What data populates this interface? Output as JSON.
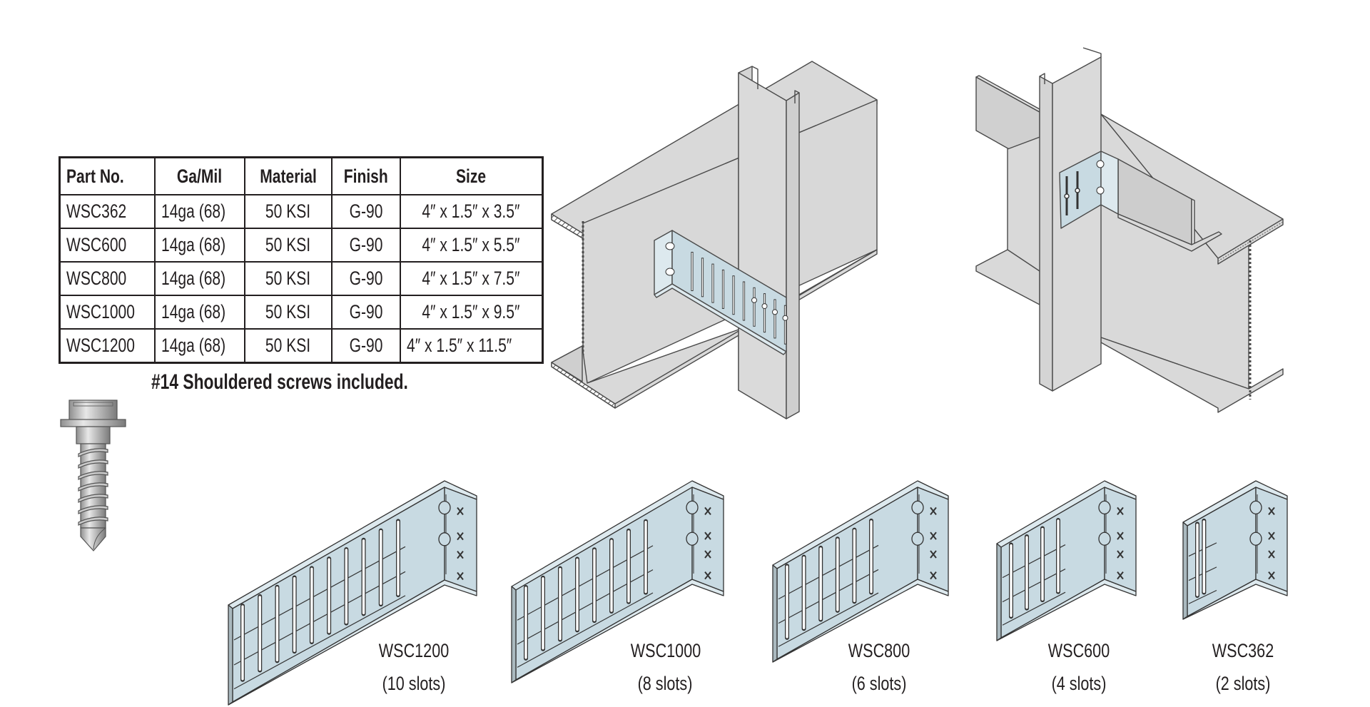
{
  "table": {
    "headers": [
      "Part No.",
      "Ga/Mil",
      "Material",
      "Finish",
      "Size"
    ],
    "rows": [
      [
        "WSC362",
        "14ga (68)",
        "50 KSI",
        "G-90",
        "4″ x 1.5″ x 3.5″"
      ],
      [
        "WSC600",
        "14ga (68)",
        "50 KSI",
        "G-90",
        "4″ x 1.5″ x 5.5″"
      ],
      [
        "WSC800",
        "14ga (68)",
        "50 KSI",
        "G-90",
        "4″ x 1.5″ x 7.5″"
      ],
      [
        "WSC1000",
        "14ga (68)",
        "50 KSI",
        "G-90",
        "4″ x 1.5″ x 9.5″"
      ],
      [
        "WSC1200",
        "14ga (68)",
        "50 KSI",
        "G-90",
        "4″ x 1.5″ x 11.5″"
      ]
    ]
  },
  "caption": "#14 Shouldered screws included.",
  "brackets": [
    {
      "part": "WSC1200",
      "slots_label": "(10 slots)",
      "slots": 10
    },
    {
      "part": "WSC1000",
      "slots_label": "(8 slots)",
      "slots": 8
    },
    {
      "part": "WSC800",
      "slots_label": "(6 slots)",
      "slots": 6
    },
    {
      "part": "WSC600",
      "slots_label": "(4 slots)",
      "slots": 4
    },
    {
      "part": "WSC362",
      "slots_label": "(2 slots)",
      "slots": 2
    }
  ],
  "illustrations": [
    {
      "name": "installation-beam-parallel",
      "bracket_slots": 10
    },
    {
      "name": "installation-beam-perpendicular",
      "bracket_slots": 2
    }
  ],
  "colors": {
    "steel": "#d9d9d9",
    "bracket": "#c8dae2",
    "bracket_edge": "#dde9ee",
    "outline": "#4a4a4a",
    "text": "#231f20"
  }
}
